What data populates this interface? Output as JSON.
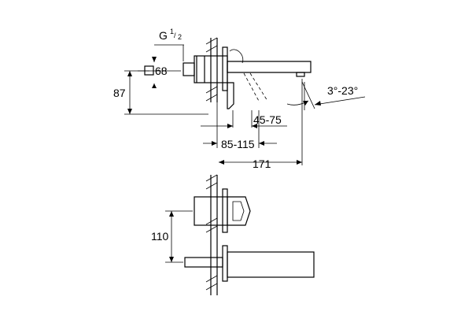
{
  "colors": {
    "line": "#000000",
    "background": "#ffffff"
  },
  "labels": {
    "thread": "G",
    "thread_num": "1",
    "thread_den": "2",
    "square_size": "68",
    "height": "87",
    "wall_depth": "45-75",
    "wall_adjust": "85-115",
    "spout_length": "171",
    "angle": "3°-23°",
    "spacing": "110"
  },
  "icons": {
    "square": "square-symbol-icon"
  }
}
